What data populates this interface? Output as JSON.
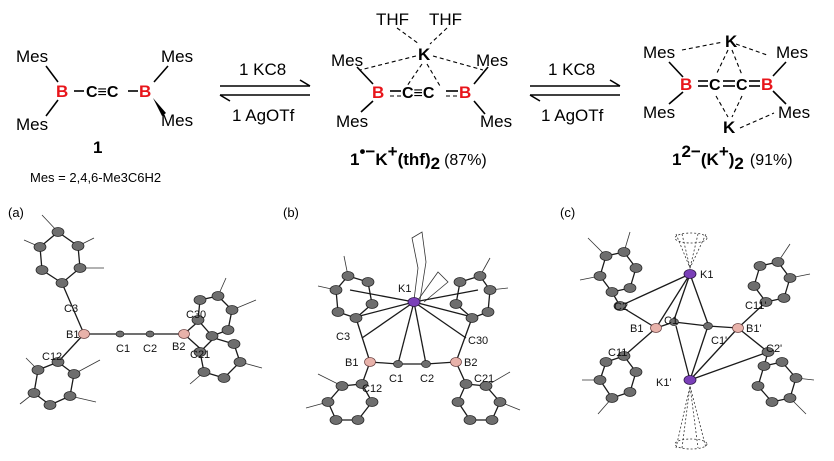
{
  "scheme": {
    "compound1": {
      "boron_label": "B",
      "alkyne_label": "C≡C",
      "substituent_label": "Mes",
      "number_label": "1",
      "mes_definition": "Mes = 2,4,6-Me3C6H2"
    },
    "arrow1": {
      "forward_reagent": "1 KC8",
      "reverse_reagent": "1 AgOTf"
    },
    "radical_anion": {
      "top_labels": [
        "THF",
        "THF"
      ],
      "potassium_label": "K",
      "caption_main": "1",
      "caption_super": "•−",
      "caption_salt": "K",
      "caption_ligand": "(thf)",
      "caption_sub": "2",
      "caption_yield": "(87%)"
    },
    "arrow2": {
      "forward_reagent": "1 KC8",
      "reverse_reagent": "1 AgOTf"
    },
    "dianion": {
      "potassium_label": "K",
      "caption_main": "1",
      "caption_super": "2−",
      "caption_salt": "(K",
      "caption_salt_end": ")",
      "caption_sub": "2",
      "caption_yield": "(91%)"
    }
  },
  "structures": {
    "a": {
      "panel_label": "(a)",
      "atom_labels": [
        "C3",
        "B1",
        "C1",
        "C2",
        "B2",
        "C30",
        "C12",
        "C21"
      ]
    },
    "b": {
      "panel_label": "(b)",
      "atom_labels": [
        "K1",
        "C3",
        "C30",
        "B1",
        "C1",
        "C2",
        "B2",
        "C12",
        "C21"
      ]
    },
    "c": {
      "panel_label": "(c)",
      "atom_labels": [
        "K1",
        "C2",
        "C11'",
        "B1",
        "C1",
        "C1'",
        "B1'",
        "C11",
        "C2'",
        "K1'"
      ]
    }
  },
  "colors": {
    "boron": "#e8151b",
    "ellipsoid_carbon": "#6e6e6e",
    "ellipsoid_boron": "#e8b2aa",
    "ellipsoid_potassium": "#7a3fb8"
  }
}
